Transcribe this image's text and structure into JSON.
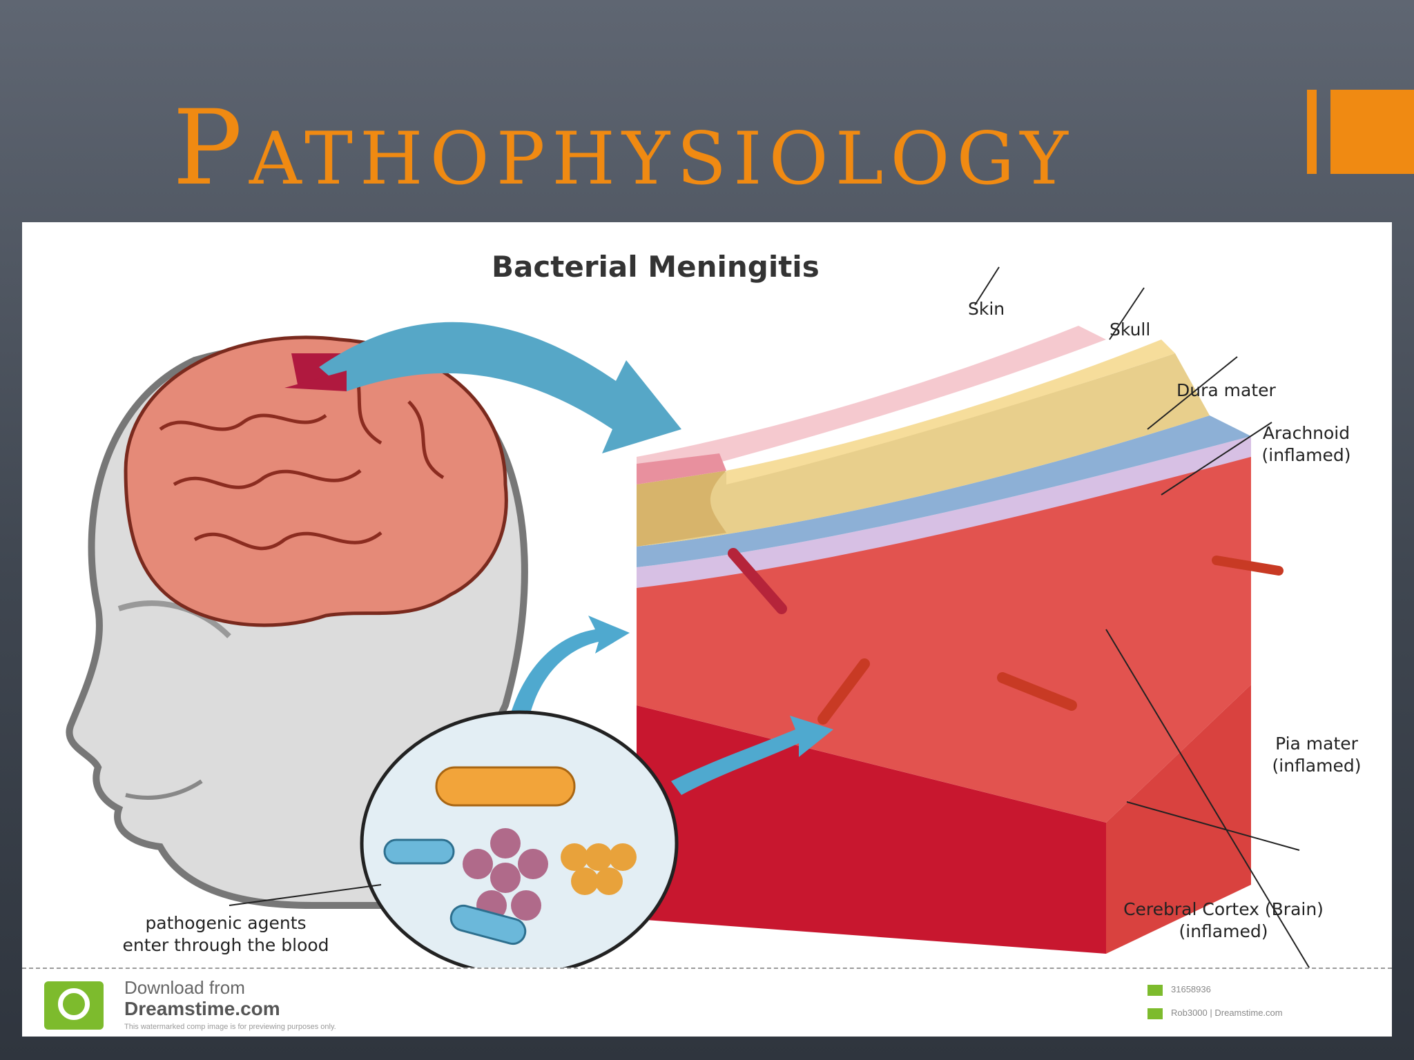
{
  "slide": {
    "title": "Pathophysiology",
    "accent_color": "#f08a12"
  },
  "figure": {
    "title": "Bacterial Meningitis",
    "labels": {
      "skin": "Skin",
      "skull": "Skull",
      "dura": "Dura mater",
      "arachnoid_1": "Arachnoid",
      "arachnoid_2": "(inflamed)",
      "pia_1": "Pia mater",
      "pia_2": "(inflamed)",
      "cortex_1": "Cerebral Cortex (Brain)",
      "cortex_2": "(inflamed)",
      "pathogen_1": "pathogenic agents",
      "pathogen_2": "enter through the blood"
    },
    "footer": {
      "download_from": "Download from",
      "site": "Dreamstime.com",
      "fine_print": "This watermarked comp image is for previewing purposes only.",
      "id_text": "31658936",
      "author_text": "Rob3000 | Dreamstime.com"
    }
  }
}
